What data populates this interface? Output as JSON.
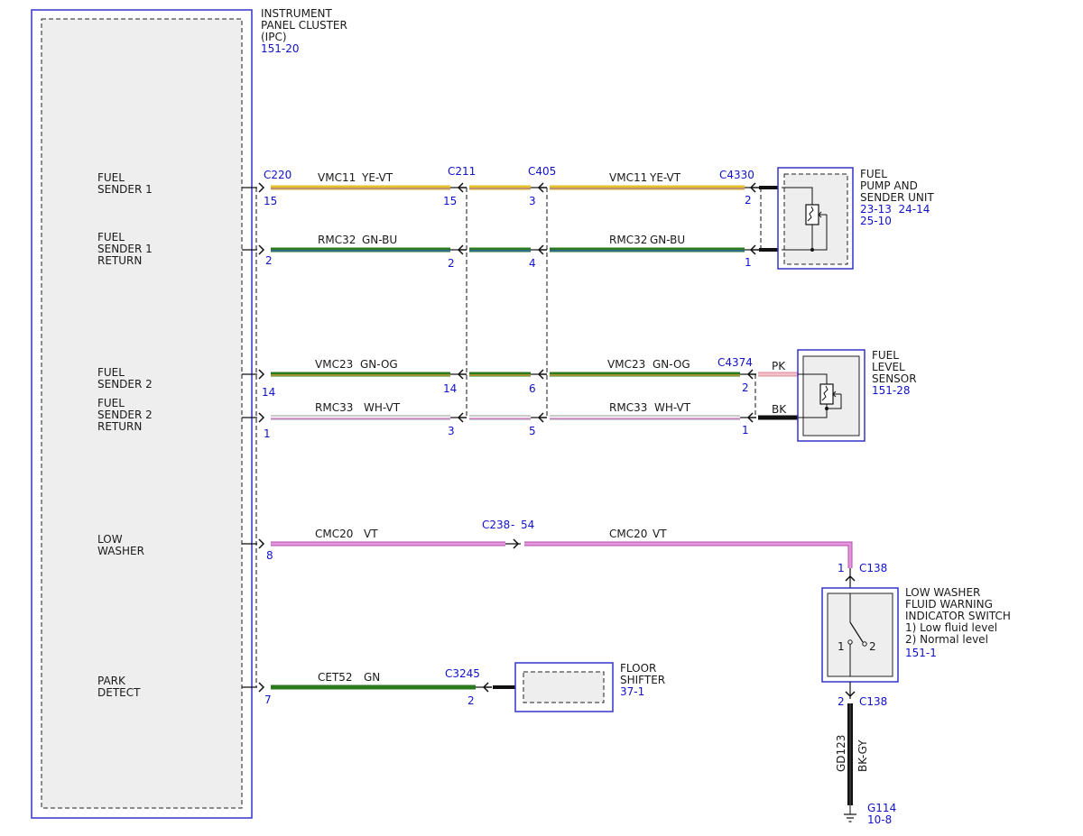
{
  "ipc": {
    "title_lines": [
      "INSTRUMENT",
      "PANEL CLUSTER",
      "(IPC)"
    ],
    "ref": "151-20",
    "pins": {
      "fuel_sender_1": [
        "FUEL",
        "SENDER 1"
      ],
      "fuel_sender_1_return": [
        "FUEL",
        "SENDER 1",
        "RETURN"
      ],
      "fuel_sender_2": [
        "FUEL",
        "SENDER 2"
      ],
      "fuel_sender_2_return": [
        "FUEL",
        "SENDER 2",
        "RETURN"
      ],
      "low_washer": [
        "LOW",
        "WASHER"
      ],
      "park_detect": [
        "PARK",
        "DETECT"
      ]
    }
  },
  "connectors": {
    "c220": "C220",
    "c211": "C211",
    "c405": "C405",
    "c4330": "C4330",
    "c4374": "C4374",
    "c238": "C238",
    "c238_dash": "-",
    "c238_pin": "54",
    "c3245": "C3245",
    "c138_top": "C138",
    "c138_bottom": "C138"
  },
  "wires": {
    "w1": {
      "circuit": "VMC11",
      "color": "YE-VT"
    },
    "w2": {
      "circuit": "RMC32",
      "color": "GN-BU"
    },
    "w3": {
      "circuit": "VMC23",
      "color": "GN-OG"
    },
    "w4": {
      "circuit": "RMC33",
      "color": "WH-VT"
    },
    "w5": {
      "circuit": "CMC20",
      "color": "VT"
    },
    "w6": {
      "circuit": "CET52",
      "color": "GN"
    },
    "pk": "PK",
    "bk": "BK",
    "ground_circuit": "GD123",
    "ground_color": "BK-GY"
  },
  "pins": {
    "c220": [
      "15",
      "2",
      "14",
      "1",
      "8",
      "7"
    ],
    "c211": [
      "15",
      "2",
      "14",
      "3"
    ],
    "c405": [
      "3",
      "4",
      "6",
      "5"
    ],
    "c4330": [
      "2",
      "1"
    ],
    "c4374": [
      "2",
      "1"
    ],
    "c3245": "2",
    "c138_top": "1",
    "c138_bottom": "2"
  },
  "components": {
    "fuel_pump": {
      "title_lines": [
        "FUEL",
        "PUMP AND",
        "SENDER UNIT"
      ],
      "ref_lines": [
        "23-13  24-14",
        "25-10"
      ]
    },
    "fuel_level_sensor": {
      "title_lines": [
        "FUEL",
        "LEVEL",
        "SENSOR"
      ],
      "ref": "151-28"
    },
    "washer_switch": {
      "title_lines": [
        "LOW WASHER",
        "FLUID WARNING",
        "INDICATOR SWITCH",
        "1) Low fluid level",
        "2) Normal level"
      ],
      "ref": "151-1",
      "contact_1": "1",
      "contact_2": "2"
    },
    "floor_shifter": {
      "title_lines": [
        "FLOOR",
        "SHIFTER"
      ],
      "ref": "37-1"
    },
    "ground": {
      "name": "G114",
      "ref": "10-8"
    }
  },
  "colors": {
    "harness_blue": "#3333cc",
    "yellow": "#e6c229",
    "green": "#2b7a1e",
    "blue_stripe": "#3366cc",
    "orange_stripe": "#e8a33c",
    "white": "#ffffff",
    "violet": "#d87bd0",
    "pink": "#f2a9b5",
    "black": "#111111",
    "gray": "#555555",
    "box_fill": "#eeeeee",
    "label_blue": "#1111cc"
  }
}
